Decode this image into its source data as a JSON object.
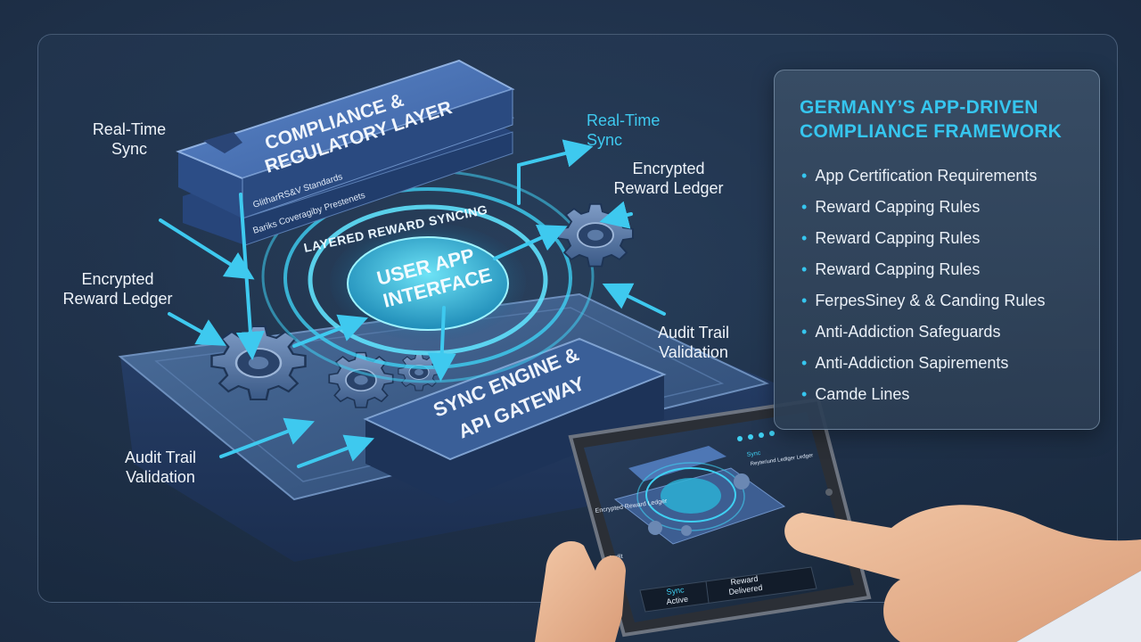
{
  "panel": {
    "title_line1": "Germany’s App-Driven",
    "title_line2": "Compliance Framework",
    "items": [
      "App Certification Requirements",
      "Reward Capping Rules",
      "Reward Capping Rules",
      "Reward Capping Rules",
      "FerpesSiney & & Canding Rules",
      "Anti-Addiction Safeguards",
      "Anti-Addiction Sapirements",
      "Camde Lines"
    ]
  },
  "diagram": {
    "compliance_layer_line1": "COMPLIANCE &",
    "compliance_layer_line2": "REGULATORY LAYER",
    "layer_caption1": "GlitharRS&V Standards",
    "layer_caption2": "Bariks Coveragiby Prestenets",
    "ring_text": "LAYERED REWARD SYNCING",
    "hub_line1": "USER APP",
    "hub_line2": "INTERFACE",
    "engine_line1": "SYNC ENGINE &",
    "engine_line2": "API GATEWAY",
    "labels": {
      "realtime_left": "Real-Time\nSync",
      "realtime_right": "Real-Time\nSync",
      "ledger_left": "Encrypted\nReward Ledger",
      "ledger_right": "Encrypted\nReward Ledger",
      "audit_left": "Audit Trail\nValidation",
      "audit_right": "Audit Trail\nValidation"
    }
  },
  "tablet": {
    "status_sync_line1": "Sync",
    "status_sync_line2": "Active",
    "status_reward_line1": "Reward",
    "status_reward_line2": "Delivered",
    "mini_label_ledger": "Encrypted Reward Ledger",
    "mini_label_audit": "Audit",
    "mini_label_sync": "Sync",
    "mini_label_right": "Reyteriund Lediger Ledger"
  },
  "colors": {
    "accent_cyan": "#36c6ef",
    "background": "#22354f",
    "layer_blue": "#3d67a8"
  }
}
